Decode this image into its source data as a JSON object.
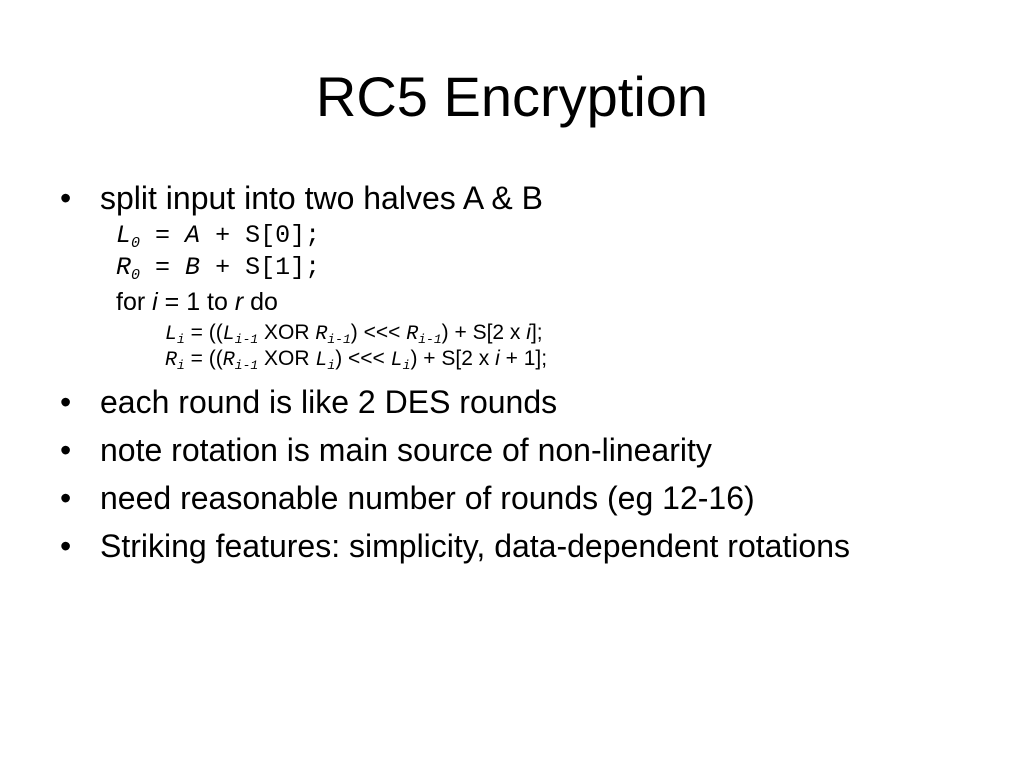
{
  "slide": {
    "title": "RC5 Encryption",
    "bullets": [
      "split input into two halves A & B",
      "each round is like 2 DES rounds",
      "note rotation is main source of non-linearity",
      "need reasonable number of rounds (eg 12-16)",
      "Striking features: simplicity, data-dependent rotations"
    ],
    "code": {
      "line1": {
        "var": "L",
        "sub": "0",
        "rhs_var": "A",
        "rest": " + S[0];"
      },
      "line2": {
        "var": "R",
        "sub": "0",
        "rhs_var": "B",
        "rest": " + S[1];"
      },
      "for_line": {
        "kw_for": "for",
        "i": "i",
        "eq": "= 1 to",
        "r": "r",
        "kw_do": "do"
      },
      "inner1": {
        "lhs": "L",
        "lhs_sub": "i",
        "p1": " = ((",
        "a": "L",
        "a_sub": "i-1",
        "xor": " XOR ",
        "b": "R",
        "b_sub": "i-1",
        "rot": ") <<< ",
        "c": "R",
        "c_sub": "i-1",
        "tail_pre": ") + S[2 x ",
        "tail_i": "i",
        "tail_post": "];"
      },
      "inner2": {
        "lhs": "R",
        "lhs_sub": "i",
        "p1": " = ((",
        "a": "R",
        "a_sub": "i-1",
        "xor": " XOR ",
        "b": "L",
        "b_sub": "i",
        "rot": ") <<< ",
        "c": "L",
        "c_sub": "i",
        "tail_pre": ") + S[2 x ",
        "tail_i": "i",
        "tail_post": " + 1];"
      }
    }
  }
}
